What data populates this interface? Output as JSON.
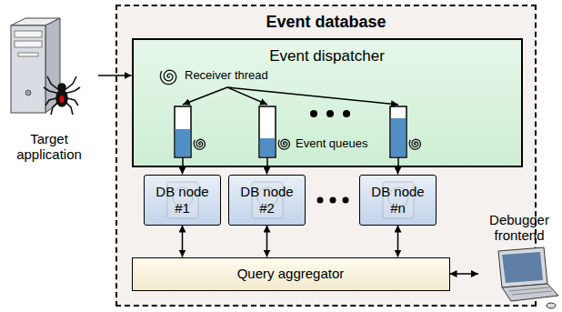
{
  "diagram": {
    "nodes": [
      {
        "text": [
          "Target application"
        ]
      },
      {
        "text": [
          "Event database"
        ]
      },
      {
        "text": [
          "Event dispatcher"
        ],
        "in": 1
      },
      {
        "text": [
          "DB node #1"
        ],
        "in": 1
      },
      {
        "text": [
          "DB node #2"
        ],
        "in": 1
      },
      {
        "text": [
          "DB node #n"
        ],
        "in": 1
      },
      {
        "text": [
          "Query aggregator"
        ],
        "in": 1
      },
      {
        "text": [
          "Debugger frontend"
        ]
      }
    ],
    "edges": [
      {
        "from": 0,
        "to": 2,
        "arrow": "to"
      },
      {
        "from": 2,
        "to": 3,
        "arrow": "to"
      },
      {
        "from": 2,
        "to": 4,
        "arrow": "to"
      },
      {
        "from": 2,
        "to": 5,
        "arrow": "to"
      },
      {
        "from": 3,
        "to": 6,
        "arrow": "both"
      },
      {
        "from": 4,
        "to": 6,
        "arrow": "both"
      },
      {
        "from": 5,
        "to": 6,
        "arrow": "both"
      },
      {
        "from": 6,
        "to": 7,
        "arrow": "both"
      }
    ],
    "labels": [
      "Receiver thread",
      "Event queues"
    ]
  }
}
